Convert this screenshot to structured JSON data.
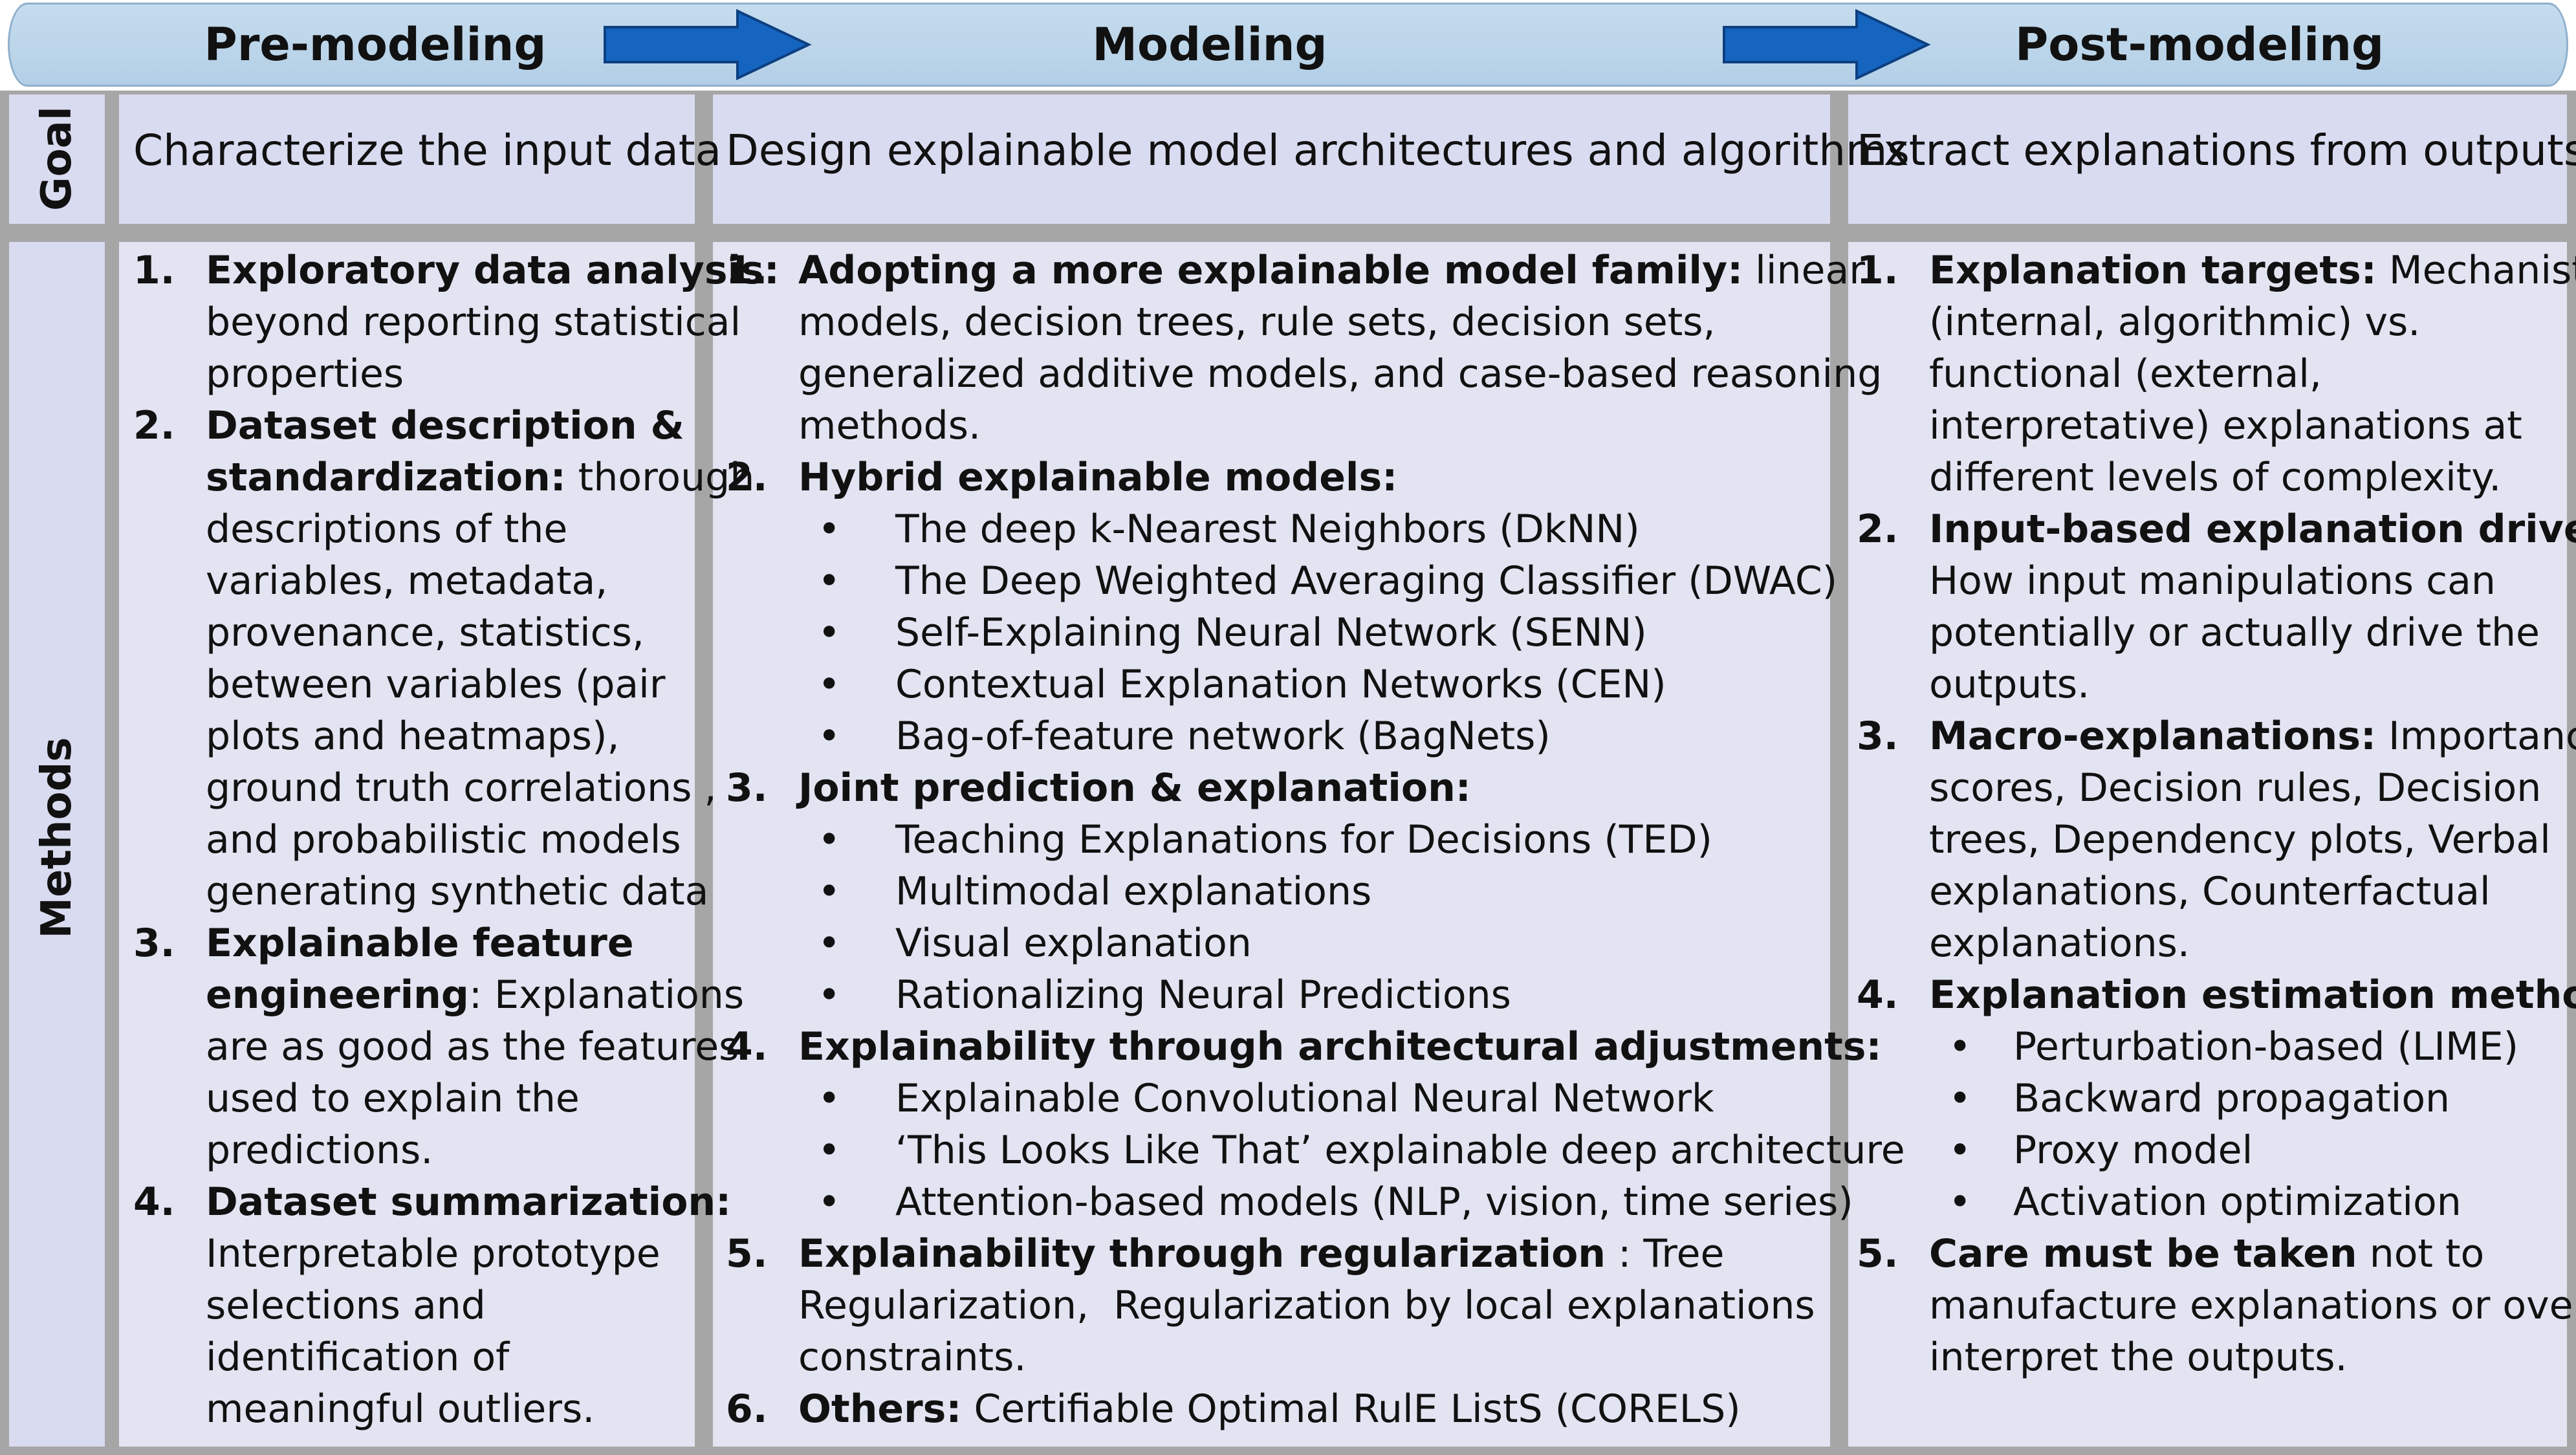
{
  "phases": [
    "Pre-modeling",
    "Modeling",
    "Post-modeling"
  ],
  "row_labels": {
    "goal": "Goal",
    "methods": "Methods"
  },
  "goals": [
    "Characterize the input data",
    "Design explainable model architectures and algorithms",
    "Extract explanations from outputs"
  ],
  "pre": {
    "items": [
      {
        "n": "1.",
        "lines": [
          {
            "b": "Exploratory data analysis:"
          },
          {
            "t": "beyond reporting statistical"
          },
          {
            "t": "properties"
          }
        ]
      },
      {
        "n": "2.",
        "lines": [
          {
            "b": "Dataset description &"
          },
          {
            "b": "standardization:",
            "t": " thorough"
          },
          {
            "t": "descriptions of the"
          },
          {
            "t": "variables, metadata,"
          },
          {
            "t": "provenance, statistics,"
          },
          {
            "t": "between variables (pair"
          },
          {
            "t": "plots and heatmaps),"
          },
          {
            "t": "ground truth correlations ,"
          },
          {
            "t": "and probabilistic models"
          },
          {
            "t": "generating synthetic data"
          }
        ]
      },
      {
        "n": "3.",
        "lines": [
          {
            "b": "Explainable feature"
          },
          {
            "b": "engineering",
            "t": ": Explanations"
          },
          {
            "t": "are as good as the features"
          },
          {
            "t": "used to explain the"
          },
          {
            "t": "predictions."
          }
        ]
      },
      {
        "n": "4.",
        "lines": [
          {
            "b": "Dataset summarization:"
          },
          {
            "t": "Interpretable prototype"
          },
          {
            "t": "selections and"
          },
          {
            "t": "identification of"
          },
          {
            "t": "meaningful outliers."
          }
        ]
      }
    ]
  },
  "mod": {
    "items": [
      {
        "n": "1.",
        "lines": [
          {
            "b": "Adopting a more explainable model family:",
            "t": " linear"
          },
          {
            "t": "models, decision trees, rule sets, decision sets,"
          },
          {
            "t": "generalized additive models, and case-based reasoning"
          },
          {
            "t": "methods."
          }
        ]
      },
      {
        "n": "2.",
        "lines": [
          {
            "b": "Hybrid explainable models:"
          }
        ],
        "bullets": [
          "The deep k-Nearest Neighbors (DkNN)",
          "The Deep Weighted Averaging Classifier (DWAC)",
          "Self-Explaining Neural Network (SENN)",
          "Contextual Explanation Networks (CEN)",
          "Bag-of-feature network (BagNets)"
        ]
      },
      {
        "n": "3.",
        "lines": [
          {
            "b": "Joint prediction & explanation:"
          }
        ],
        "bullets": [
          "Teaching Explanations for Decisions (TED)",
          "Multimodal explanations",
          "Visual explanation",
          "Rationalizing Neural Predictions"
        ]
      },
      {
        "n": "4.",
        "lines": [
          {
            "b": "Explainability through architectural adjustments:"
          }
        ],
        "bullets": [
          "Explainable Convolutional Neural Network",
          "‘This Looks Like That’ explainable deep architecture",
          "Attention-based models (NLP, vision, time series)"
        ]
      },
      {
        "n": "5.",
        "lines": [
          {
            "b": "Explainability through regularization",
            "t": " : Tree"
          },
          {
            "t": "Regularization,  Regularization by local explanations"
          },
          {
            "t": "constraints."
          }
        ]
      },
      {
        "n": "6.",
        "lines": [
          {
            "b": "Others:",
            "t": " Certifiable Optimal RulE ListS (CORELS)"
          }
        ]
      }
    ]
  },
  "post": {
    "items": [
      {
        "n": "1.",
        "lines": [
          {
            "b": "Explanation targets:",
            "t": " Mechanistic"
          },
          {
            "t": "(internal, algorithmic) vs."
          },
          {
            "t": "functional (external,"
          },
          {
            "t": "interpretative) explanations at"
          },
          {
            "t": "different levels of complexity."
          }
        ]
      },
      {
        "n": "2.",
        "lines": [
          {
            "b": "Input-based explanation drivers:"
          },
          {
            "t": "How input manipulations can"
          },
          {
            "t": "potentially or actually drive the"
          },
          {
            "t": "outputs."
          }
        ]
      },
      {
        "n": "3.",
        "lines": [
          {
            "b": "Macro-explanations:",
            "t": " Importance"
          },
          {
            "t": "scores, Decision rules, Decision"
          },
          {
            "t": "trees, Dependency plots, Verbal"
          },
          {
            "t": "explanations, Counterfactual"
          },
          {
            "t": "explanations."
          }
        ]
      },
      {
        "n": "4.",
        "lines": [
          {
            "b": "Explanation estimation methods:"
          }
        ],
        "bullets": [
          "Perturbation-based (LIME)",
          "Backward propagation",
          "Proxy model",
          "Activation optimization"
        ]
      },
      {
        "n": "5.",
        "lines": [
          {
            "b": "Care must be taken",
            "t": " not to"
          },
          {
            "t": "manufacture explanations or over-"
          },
          {
            "t": "interpret the outputs."
          }
        ]
      }
    ]
  },
  "colors": {
    "arrow": "#1565c0",
    "banner": "#bcd5ea",
    "cell": "#e3e4f2",
    "border": "#a6a6a6"
  }
}
